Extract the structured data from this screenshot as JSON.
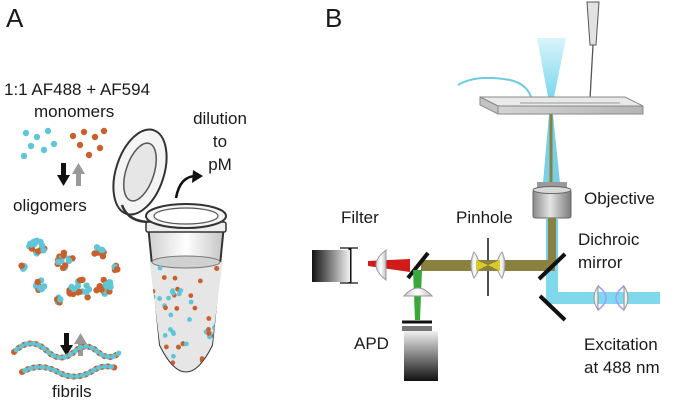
{
  "panel_a": {
    "letter": "A",
    "header": "1:1 AF488 + AF594",
    "stages": [
      "monomers",
      "oligomers",
      "fibrils"
    ],
    "dilution_lines": [
      "dilution",
      "to",
      "pM"
    ]
  },
  "panel_b": {
    "letter": "B",
    "labels": {
      "objective": "Objective",
      "filter": "Filter",
      "pinhole": "Pinhole",
      "dichroic_line1": "Dichroic",
      "dichroic_line2": "mirror",
      "apd": "APD",
      "excitation_line1": "Excitation",
      "excitation_line2": "at 488 nm"
    }
  },
  "colors": {
    "dye_cyan": "#5fc6d8",
    "dye_orange": "#c8602e",
    "excitation_beam": "#7fd8ec",
    "emission_beam": "#8a8040",
    "red_beam": "#d11a1a",
    "green_beam": "#3aa83a"
  }
}
